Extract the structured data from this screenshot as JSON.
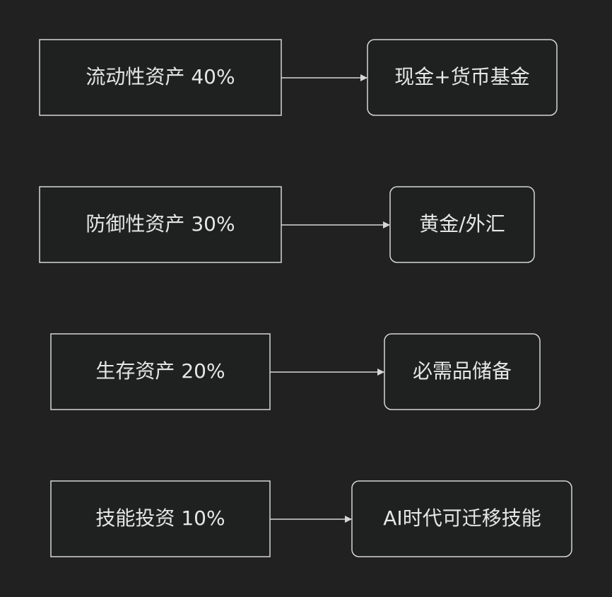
{
  "diagram": {
    "colors": {
      "background": "#212121",
      "node_fill": "#1f2020",
      "node_stroke": "#d6d6d6",
      "text": "#e6e6e6",
      "arrow": "#d6d6d6"
    },
    "rows": [
      {
        "category": "流动性资产 40%",
        "target": "现金+货币基金"
      },
      {
        "category": "防御性资产 30%",
        "target": "黄金/外汇"
      },
      {
        "category": "生存资产 20%",
        "target": "必需品储备"
      },
      {
        "category": "技能投资 10%",
        "target": "AI时代可迁移技能"
      }
    ]
  }
}
